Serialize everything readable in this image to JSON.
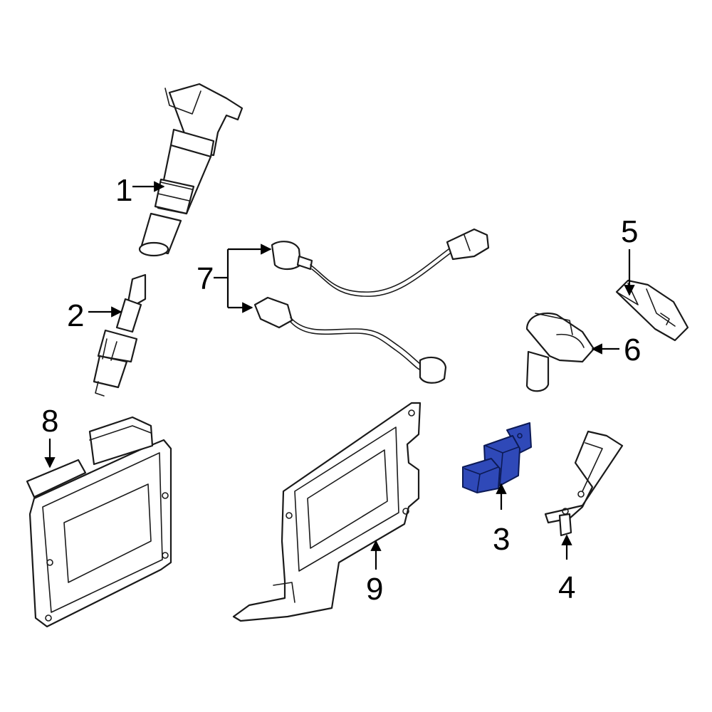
{
  "diagram": {
    "highlight_color": "#2f49b8",
    "callouts": [
      {
        "id": "1",
        "label": "1"
      },
      {
        "id": "2",
        "label": "2"
      },
      {
        "id": "3",
        "label": "3"
      },
      {
        "id": "4",
        "label": "4"
      },
      {
        "id": "5",
        "label": "5"
      },
      {
        "id": "6",
        "label": "6"
      },
      {
        "id": "7",
        "label": "7"
      },
      {
        "id": "8",
        "label": "8"
      },
      {
        "id": "9",
        "label": "9"
      }
    ],
    "parts": [
      {
        "callout": "1",
        "icon": "ignition-coil-icon"
      },
      {
        "callout": "2",
        "icon": "spark-plug-icon"
      },
      {
        "callout": "3",
        "icon": "sensor-highlighted-icon",
        "highlighted": true
      },
      {
        "callout": "4",
        "icon": "bracket-icon"
      },
      {
        "callout": "5",
        "icon": "sensor-icon"
      },
      {
        "callout": "6",
        "icon": "camshaft-sensor-icon"
      },
      {
        "callout": "7",
        "icon": "knock-sensor-icon"
      },
      {
        "callout": "8",
        "icon": "ecm-module-icon"
      },
      {
        "callout": "9",
        "icon": "ecm-bracket-icon"
      }
    ]
  }
}
